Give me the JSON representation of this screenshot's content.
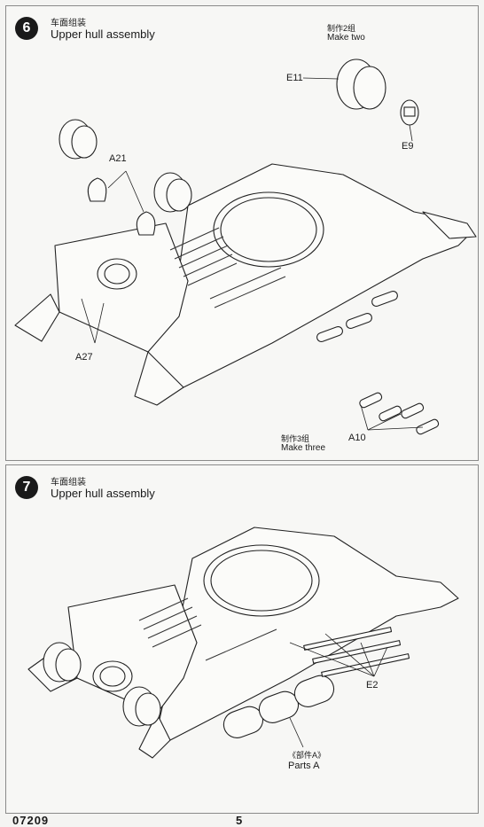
{
  "steps": [
    {
      "number": "6",
      "title_cn": "车面组装",
      "title_en": "Upper hull assembly",
      "make_two_cn": "制作2组",
      "make_two_en": "Make two",
      "make_three_cn": "制作3组",
      "make_three_en": "Make three",
      "parts": [
        "E11",
        "E9",
        "A21",
        "A27",
        "A10"
      ]
    },
    {
      "number": "7",
      "title_cn": "车面组装",
      "title_en": "Upper hull assembly",
      "parts_cn": "《部件A》",
      "parts_en": "Parts A",
      "part_e2": "E2"
    }
  ],
  "footer": {
    "code": "07209",
    "page": "5"
  }
}
